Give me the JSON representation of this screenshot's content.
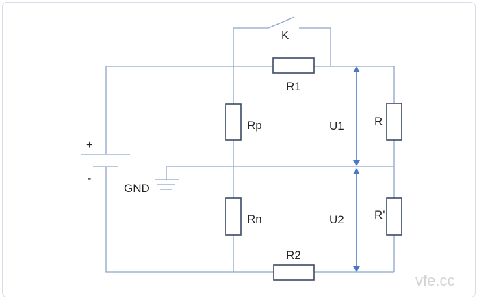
{
  "labels": {
    "switch": "K",
    "r1": "R1",
    "rp": "Rp",
    "u1": "U1",
    "r": "R",
    "plus": "+",
    "minus": "-",
    "gnd": "GND",
    "rn": "Rn",
    "u2": "U2",
    "r_prime": "R'",
    "r2": "R2"
  },
  "watermark": "vfe.cc",
  "colors": {
    "wire": "#8ea6c8",
    "resistor_outline": "#3c4a63",
    "arrow": "#4a78c9",
    "text": "#222222",
    "watermark": "#d3d3d3"
  }
}
